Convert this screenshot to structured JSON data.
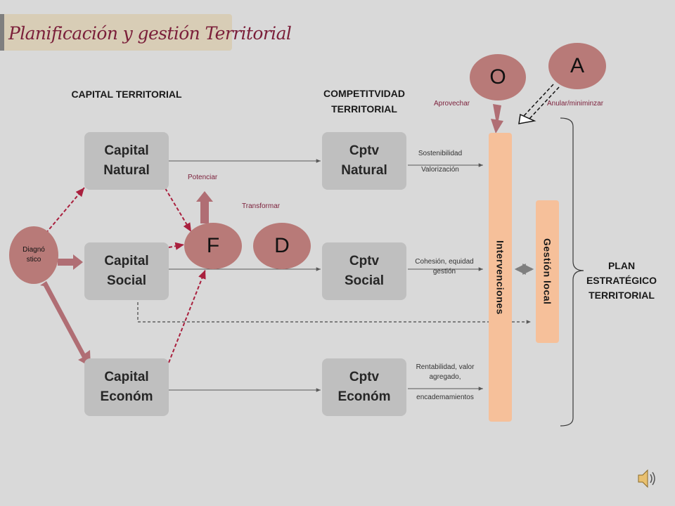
{
  "title": "Planificación y gestión Territorial",
  "headings": {
    "capital": "CAPITAL TERRITORIAL",
    "competitividad": "COMPETITVIDAD\nTERRITORIAL",
    "plan": "PLAN\nESTRATÉGICO\nTERRITORIAL"
  },
  "capital_boxes": [
    {
      "label": "Capital\nNatural"
    },
    {
      "label": "Capital\nSocial"
    },
    {
      "label": "Capital\nEconóm"
    }
  ],
  "cptv_boxes": [
    {
      "label": "Cptv\nNatural"
    },
    {
      "label": "Cptv\nSocial"
    },
    {
      "label": "Cptv\nEconóm"
    }
  ],
  "diagnostico": "Diagnó\nstico",
  "circles": {
    "f": "F",
    "d": "D",
    "o": "O",
    "a": "A"
  },
  "action_labels": {
    "potenciar": "Potenciar",
    "transformar": "Transformar",
    "aprovechar": "Aprovechar",
    "anular": "Anular/miniminzar"
  },
  "outcome_labels": {
    "sostenibilidad": "Sostenibilidad",
    "valorizacion": "Valorización",
    "cohesion": "Cohesión, equidad\ngestión",
    "rentabilidad": "Rentabilidad, valor\nagregado,",
    "encadenamientos": "encademamientos"
  },
  "bars": {
    "intervenciones": "Intervenciones",
    "gestion_local": "Gestión local"
  },
  "icons": {
    "speaker": "speaker-icon"
  },
  "colors": {
    "background": "#d9d9d9",
    "box": "#bfbfbf",
    "circle": "#b87a78",
    "arrow_maroon": "#a9203e",
    "arrow_block": "#b06e74",
    "bar": "#f6c09a",
    "title_text": "#7b1f3a",
    "title_bg": "#d8cdb6"
  }
}
